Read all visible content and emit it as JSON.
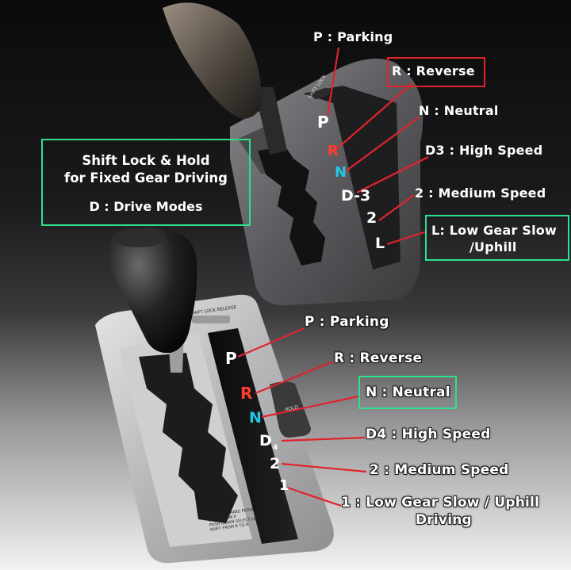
{
  "top_panel": {
    "shift_lock_label": "SHIFT LOCK",
    "gears": [
      "P",
      "R",
      "N",
      "D-3",
      "2",
      "L"
    ],
    "labels": {
      "park": "P : Parking",
      "reverse": "R : Reverse",
      "neutral": "N : Neutral",
      "d3": "D3 : High Speed",
      "second": "2 : Medium Speed",
      "low_line1": "L: Low  Gear Slow",
      "low_line2": "/Uphill"
    }
  },
  "info_box": {
    "line1": "Shift Lock & Hold",
    "line2": "for Fixed Gear Driving",
    "line3": "D : Drive Modes"
  },
  "bottom_panel": {
    "shift_lock_release_label": "SHIFT LOCK RELEASE",
    "hold_label": "HOLD",
    "gears": [
      "P",
      "R",
      "N",
      "D",
      "4",
      "2",
      "1"
    ],
    "note_line1": "DEPRESS BRAKE PEDAL TO",
    "note_line2": "SHIFT FROM P",
    "note_line3": "PUSH DOWN SELECT LEVER TO",
    "note_line4": "SHIFT FROM R TO R",
    "labels": {
      "park": "P : Parking",
      "reverse": "R : Reverse",
      "neutral": "N : Neutral",
      "d4": "D4 : High Speed",
      "second": "2 : Medium Speed",
      "low_line1": "1 : Low  Gear Slow / Uphill",
      "low_line2": "Driving"
    }
  },
  "colors": {
    "highlight_green": "#2ee08a",
    "highlight_red": "#e0242a",
    "pointer_red": "#e0242a",
    "gear_r": "#ff3d2e",
    "gear_n": "#22c7e8"
  }
}
